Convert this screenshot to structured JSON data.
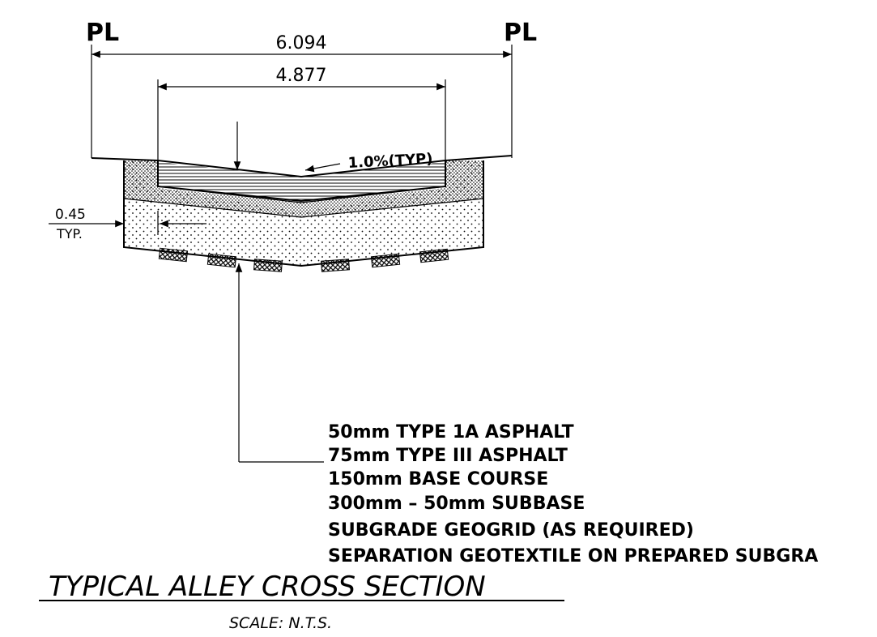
{
  "property_line_symbol": "PL",
  "dimensions": {
    "overall_width": "6.094",
    "paved_width": "4.877",
    "edge_offset": "0.45",
    "edge_offset_note": "TYP.",
    "cross_slope": "1.0%(TYP)"
  },
  "layers": [
    "50mm TYPE 1A ASPHALT",
    "75mm TYPE III ASPHALT",
    "150mm BASE COURSE",
    "300mm – 50mm SUBBASE",
    "SUBGRADE GEOGRID (AS REQUIRED)",
    "SEPARATION GEOTEXTILE ON PREPARED SUBGRA"
  ],
  "title": "TYPICAL ALLEY CROSS SECTION",
  "scale": "SCALE: N.T.S.",
  "colors": {
    "ink": "#000000",
    "background": "#ffffff"
  }
}
